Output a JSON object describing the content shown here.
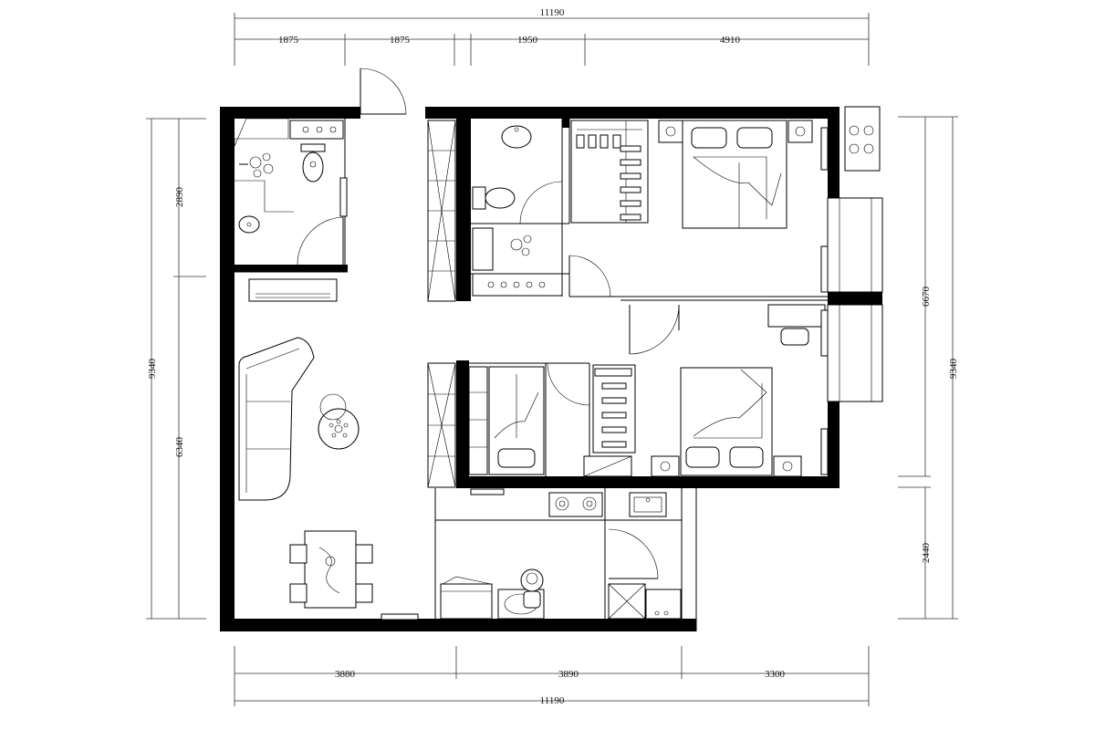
{
  "dimensions": {
    "top_total": "11190",
    "top_segments": [
      "1875",
      "1875",
      "1950",
      "4910"
    ],
    "bottom_total": "11190",
    "bottom_segments": [
      "3880",
      "3890",
      "3300"
    ],
    "left_total": "9340",
    "left_segments": [
      "2890",
      "6340"
    ],
    "right_total": "9340",
    "right_segments": [
      "6670",
      "2440"
    ]
  },
  "colors": {
    "wall": "#000000",
    "line": "#000000",
    "background": "#ffffff"
  }
}
